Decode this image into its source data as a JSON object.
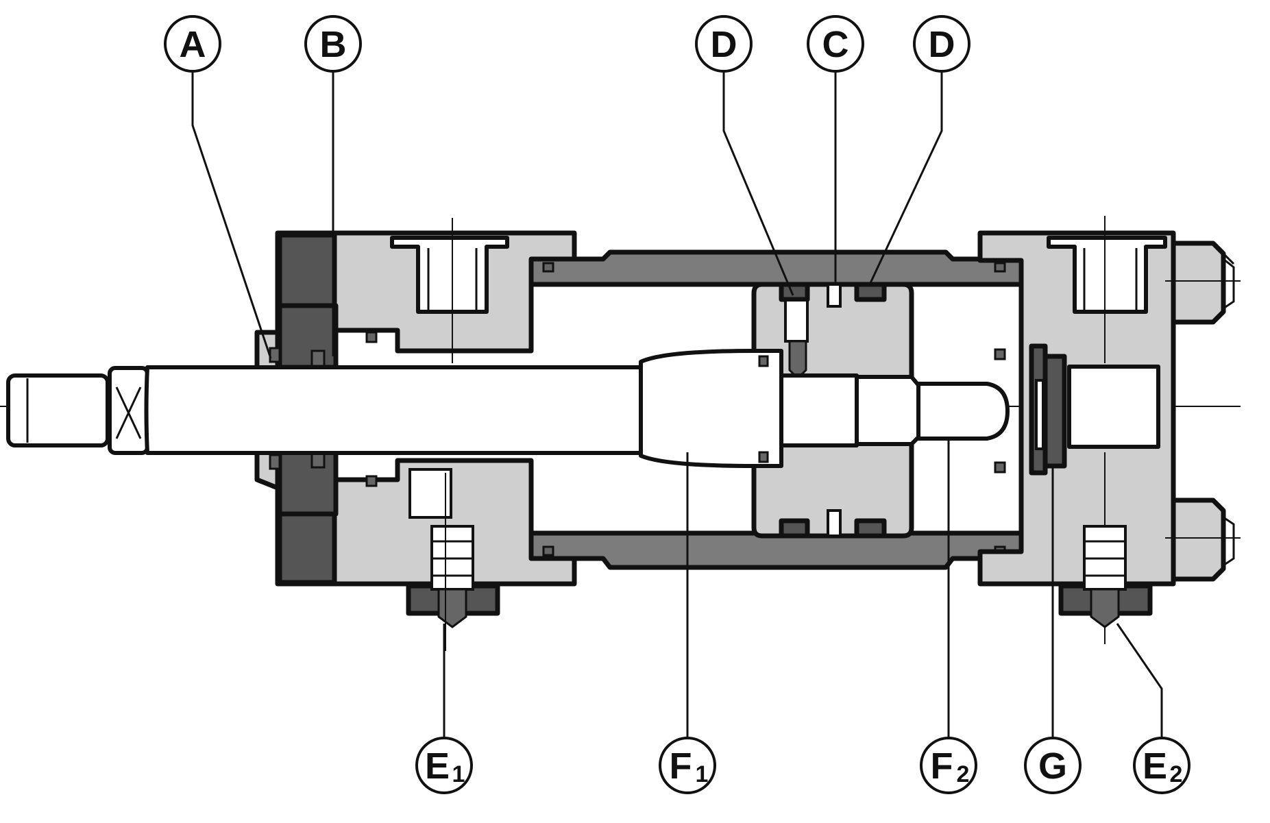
{
  "diagram": {
    "callouts": {
      "A": {
        "letter": "A",
        "sub": ""
      },
      "B": {
        "letter": "B",
        "sub": ""
      },
      "D1": {
        "letter": "D",
        "sub": ""
      },
      "C": {
        "letter": "C",
        "sub": ""
      },
      "D2": {
        "letter": "D",
        "sub": ""
      },
      "E1": {
        "letter": "E",
        "sub": "1"
      },
      "F1": {
        "letter": "F",
        "sub": "1"
      },
      "F2": {
        "letter": "F",
        "sub": "2"
      },
      "G": {
        "letter": "G",
        "sub": ""
      },
      "E2": {
        "letter": "E",
        "sub": "2"
      }
    }
  }
}
